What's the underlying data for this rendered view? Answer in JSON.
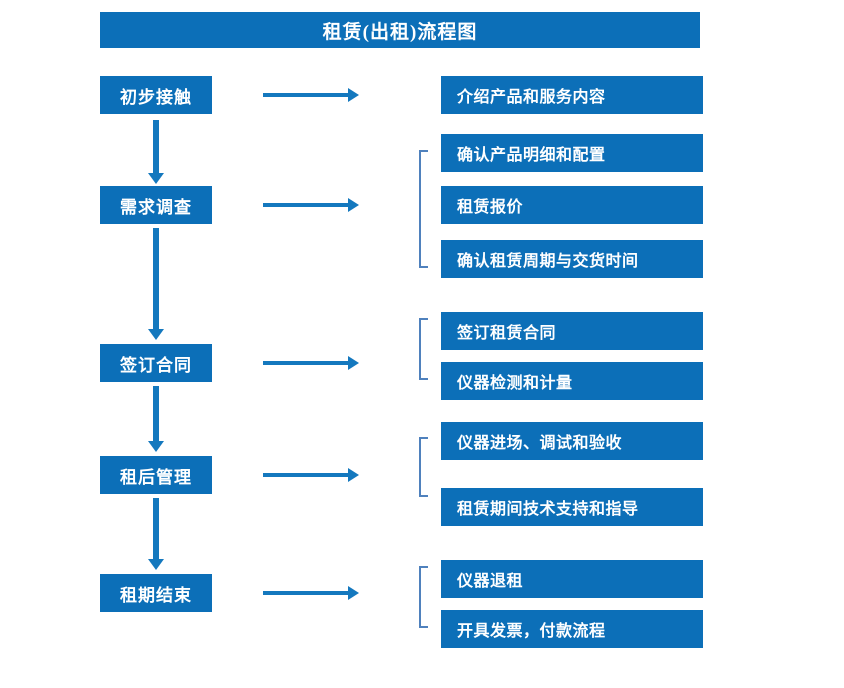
{
  "title": "租赁(出租)流程图",
  "colors": {
    "box_fill": "#0C6FB8",
    "box_text": "#FFFFFF",
    "arrow": "#1478BE",
    "bracket": "#4F81BD",
    "background": "#FFFFFF"
  },
  "stages": [
    {
      "id": "stage-1",
      "label": "初步接触"
    },
    {
      "id": "stage-2",
      "label": "需求调查"
    },
    {
      "id": "stage-3",
      "label": "签订合同"
    },
    {
      "id": "stage-4",
      "label": "租后管理"
    },
    {
      "id": "stage-5",
      "label": "租期结束"
    }
  ],
  "details": [
    {
      "id": "detail-1",
      "label": "介绍产品和服务内容",
      "stage": "初步接触"
    },
    {
      "id": "detail-2",
      "label": "确认产品明细和配置",
      "stage": "需求调查"
    },
    {
      "id": "detail-3",
      "label": "租赁报价",
      "stage": "需求调查"
    },
    {
      "id": "detail-4",
      "label": "确认租赁周期与交货时间",
      "stage": "需求调查"
    },
    {
      "id": "detail-5",
      "label": "签订租赁合同",
      "stage": "签订合同"
    },
    {
      "id": "detail-6",
      "label": "仪器检测和计量",
      "stage": "签订合同"
    },
    {
      "id": "detail-7",
      "label": "仪器进场、调试和验收",
      "stage": "租后管理"
    },
    {
      "id": "detail-8",
      "label": "租赁期间技术支持和指导",
      "stage": "租后管理"
    },
    {
      "id": "detail-9",
      "label": "仪器退租",
      "stage": "租期结束"
    },
    {
      "id": "detail-10",
      "label": "开具发票，付款流程",
      "stage": "租期结束"
    }
  ],
  "connectors": {
    "horizontal_arrow_count": 5,
    "vertical_arrow_count": 4,
    "bracket_count": 4
  }
}
